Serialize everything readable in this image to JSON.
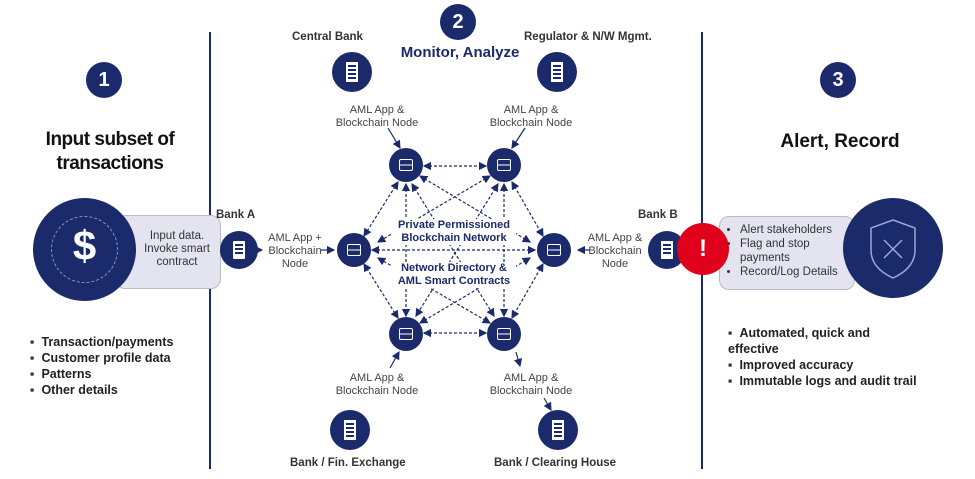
{
  "steps": [
    {
      "number": "1",
      "title": "Input subset of transactions"
    },
    {
      "number": "2",
      "title": "Monitor, Analyze"
    },
    {
      "number": "3",
      "title": "Alert,  Record"
    }
  ],
  "left": {
    "bank_label": "Bank A",
    "node_label": "AML App + Blockchain Node",
    "callout_lines": [
      "Input data.",
      "Invoke smart",
      "contract"
    ],
    "dollar_symbol": "$",
    "bullets": [
      "Transaction/payments",
      "Customer  profile data",
      "Patterns",
      "Other details"
    ]
  },
  "center": {
    "top_left_entity": "Central Bank",
    "top_right_entity": "Regulator & N/W Mgmt.",
    "bottom_left_entity": "Bank / Fin.  Exchange",
    "bottom_right_entity": "Bank / Clearing House",
    "node_label_top_left": "AML App & Blockchain Node",
    "node_label_top_right": "AML App & Blockchain Node",
    "node_label_bottom_left": "AML App & Blockchain Node",
    "node_label_bottom_right": "AML App & Blockchain Node",
    "network_label": "Private Permissioned Blockchain Network",
    "directory_label": "Network Directory & AML Smart Contracts"
  },
  "right": {
    "bank_label": "Bank B",
    "node_label": "AML App & Blockchain Node",
    "alert_symbol": "!",
    "callout_items": [
      "Alert stakeholders",
      "Flag and stop payments",
      "Record/Log Details"
    ],
    "bullets": [
      "Automated, quick and effective",
      "Improved accuracy",
      "Immutable logs and audit trail"
    ]
  },
  "colors": {
    "navy": "#1b2a6b",
    "alert": "#e0001b",
    "callout_bg": "#e4e4f0"
  }
}
